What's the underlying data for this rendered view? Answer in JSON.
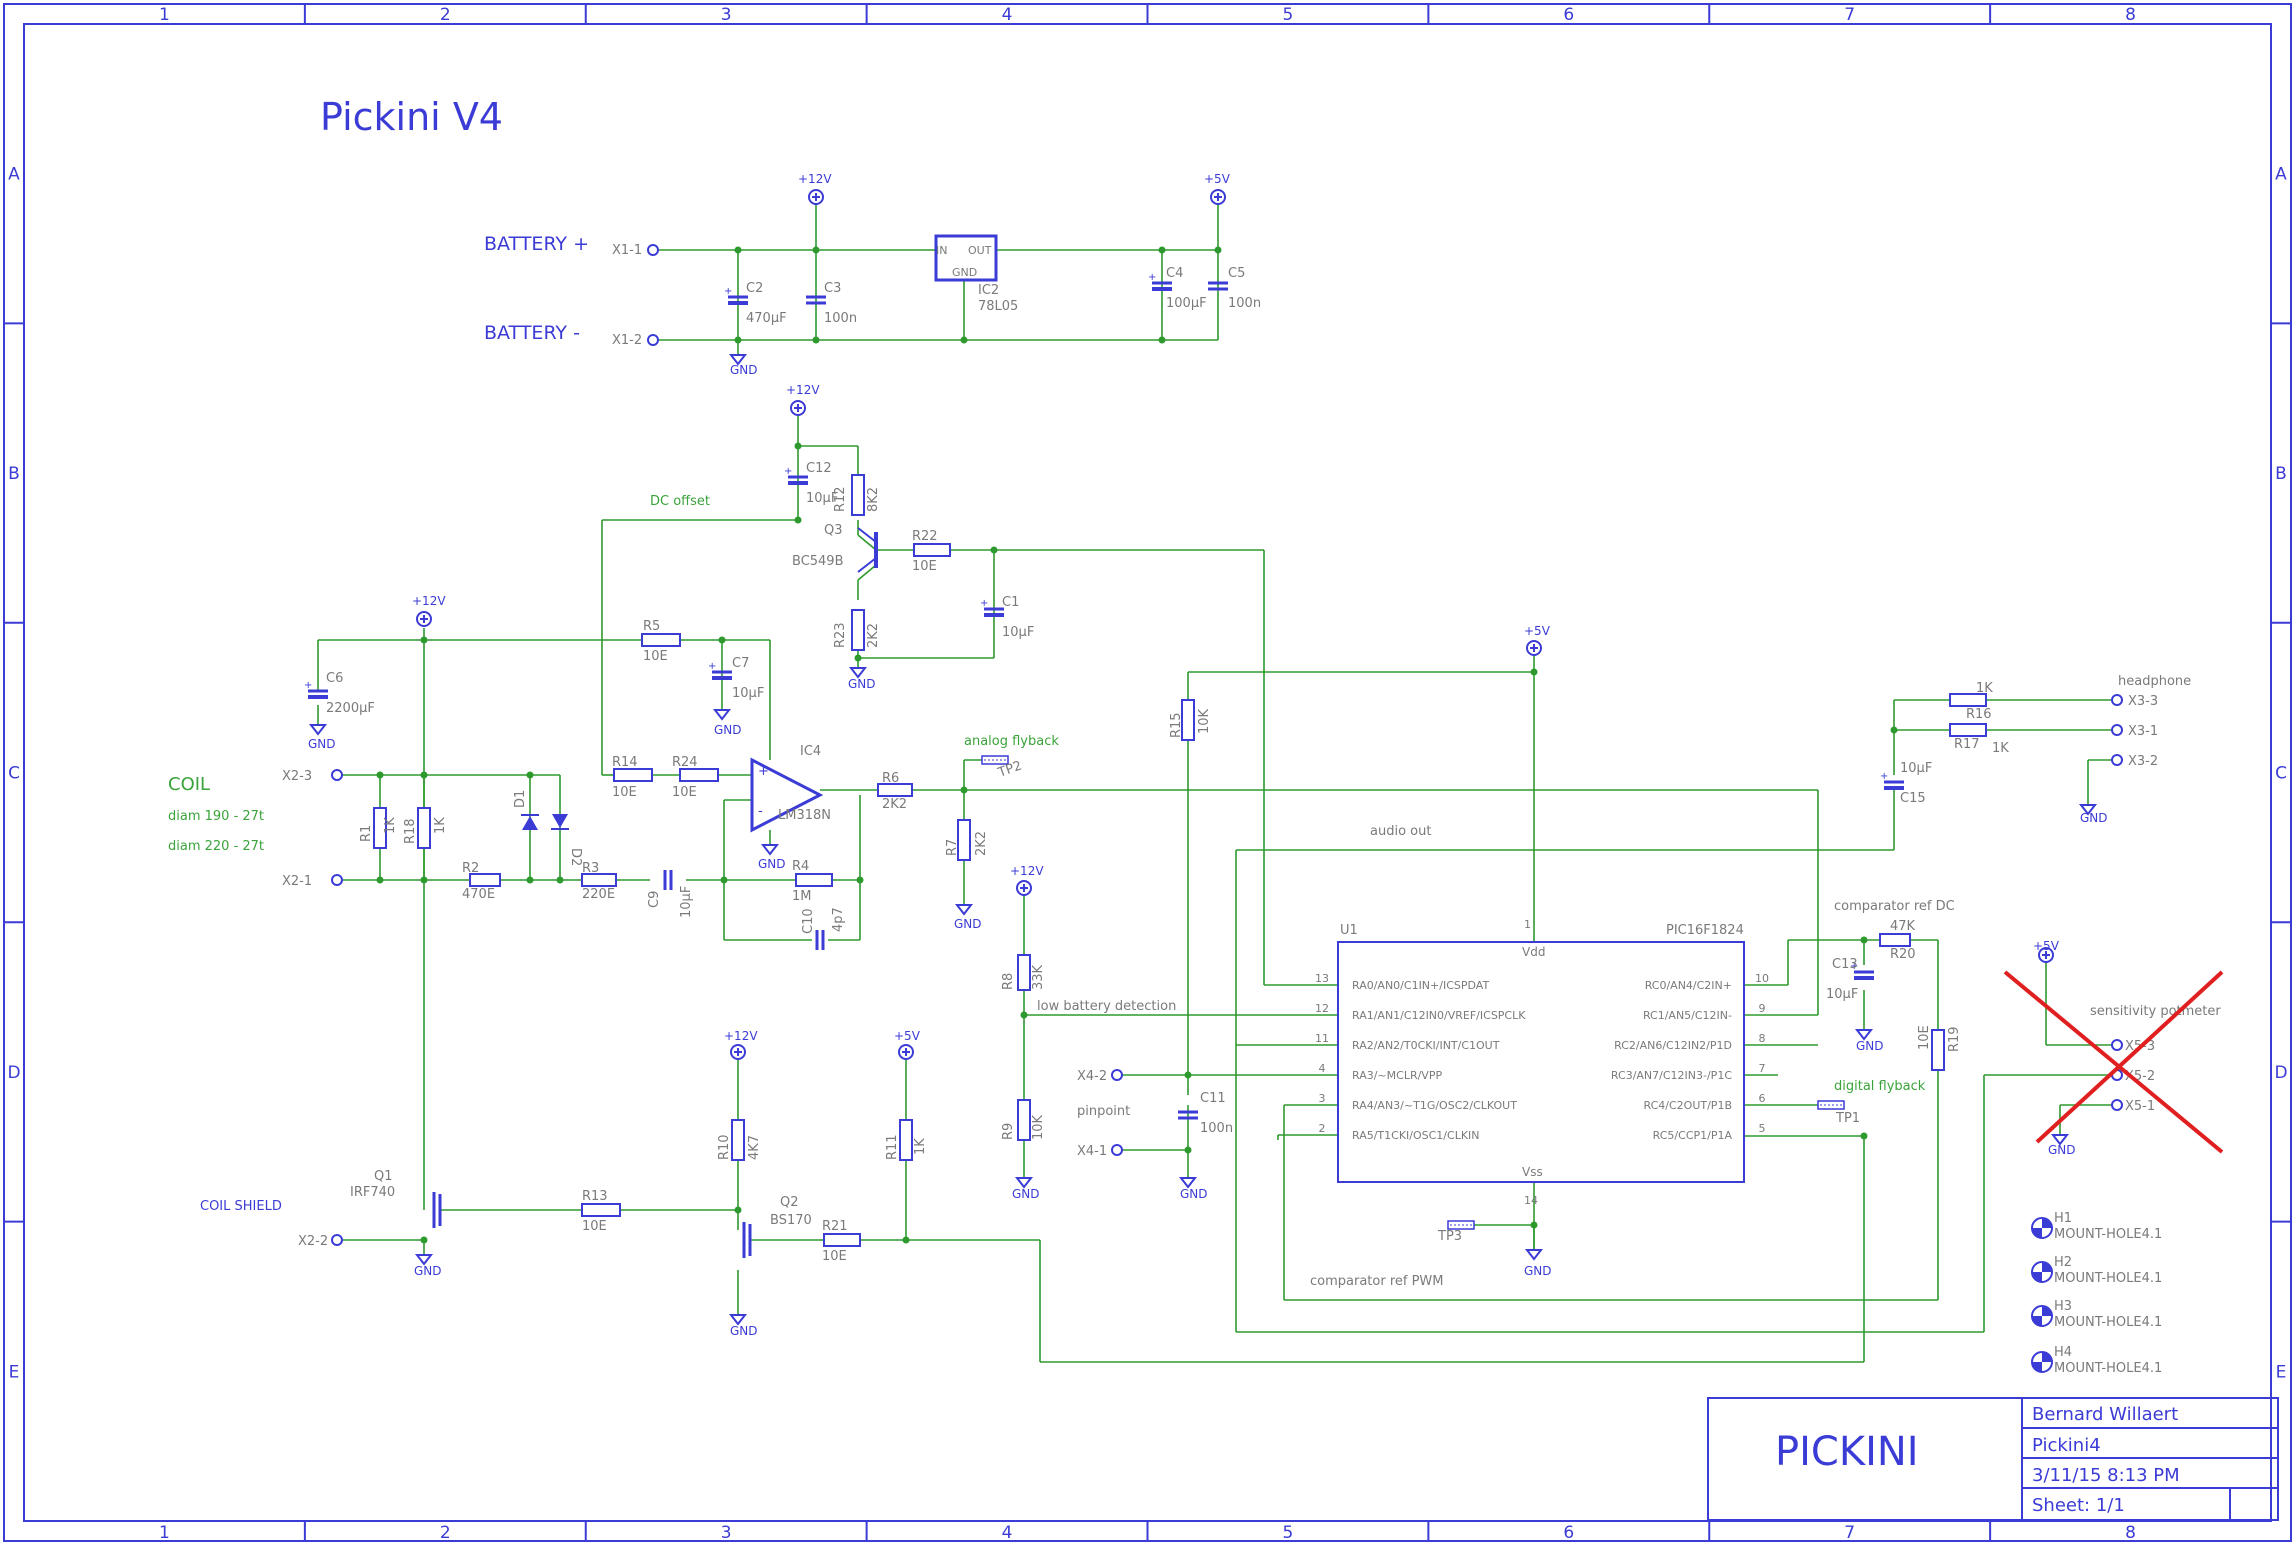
{
  "sheet_title": "Pickini V4",
  "frame": {
    "columns": [
      "1",
      "2",
      "3",
      "4",
      "5",
      "6",
      "7",
      "8"
    ],
    "rows": [
      "A",
      "B",
      "C",
      "D",
      "E"
    ]
  },
  "colors": {
    "wire": "#2e9a2e",
    "component": "#3b3bd6",
    "label": "#7a7a7a",
    "note": "#3ba33b",
    "cross": "#e02020"
  },
  "labels": {
    "battery_plus": "BATTERY +",
    "battery_minus": "BATTERY -",
    "coil": "COIL",
    "coil_d190": "diam 190 - 27t",
    "coil_d220": "diam 220 - 27t",
    "coil_shield": "COIL SHIELD",
    "dc_offset": "DC offset",
    "analog_flyback": "analog flyback",
    "digital_flyback": "digital flyback",
    "audio_out": "audio out",
    "comparator_ref_dc": "comparator ref DC",
    "comparator_ref_pwm": "comparator ref PWM",
    "low_battery": "low battery detection",
    "pinpoint": "pinpoint",
    "headphone": "headphone",
    "sensitivity": "sensitivity potmeter"
  },
  "connectors": {
    "x1_1": "X1-1",
    "x1_2": "X1-2",
    "x2_1": "X2-1",
    "x2_2": "X2-2",
    "x2_3": "X2-3",
    "x3_1": "X3-1",
    "x3_2": "X3-2",
    "x3_3": "X3-3",
    "x4_1": "X4-1",
    "x4_2": "X4-2",
    "x5_1": "X5-1",
    "x5_2": "X5-2",
    "x5_3": "X5-3"
  },
  "supplies": {
    "v12": "+12V",
    "v5": "+5V",
    "gnd": "GND"
  },
  "components": {
    "c1": {
      "ref": "C1",
      "val": "10µF"
    },
    "c2": {
      "ref": "C2",
      "val": "470µF"
    },
    "c3": {
      "ref": "C3",
      "val": "100n"
    },
    "c4": {
      "ref": "C4",
      "val": "100µF"
    },
    "c5": {
      "ref": "C5",
      "val": "100n"
    },
    "c6": {
      "ref": "C6",
      "val": "2200µF"
    },
    "c7": {
      "ref": "C7",
      "val": "10µF"
    },
    "c9": {
      "ref": "C9",
      "val": "10µF"
    },
    "c10": {
      "ref": "C10",
      "val": "4p7"
    },
    "c11": {
      "ref": "C11",
      "val": "100n"
    },
    "c12": {
      "ref": "C12",
      "val": "10µF"
    },
    "c13": {
      "ref": "C13",
      "val": "10µF"
    },
    "c15": {
      "ref": "C15",
      "val": "10µF"
    },
    "r1": {
      "ref": "R1",
      "val": "1K"
    },
    "r18": {
      "ref": "R18",
      "val": "1K"
    },
    "r2": {
      "ref": "R2",
      "val": "470E"
    },
    "r3": {
      "ref": "R3",
      "val": "220E"
    },
    "r4": {
      "ref": "R4",
      "val": "1M"
    },
    "r5": {
      "ref": "R5",
      "val": "10E"
    },
    "r6": {
      "ref": "R6",
      "val": "2K2"
    },
    "r7": {
      "ref": "R7",
      "val": "2K2"
    },
    "r8": {
      "ref": "R8",
      "val": "33K"
    },
    "r9": {
      "ref": "R9",
      "val": "10K"
    },
    "r10": {
      "ref": "R10",
      "val": "4K7"
    },
    "r11": {
      "ref": "R11",
      "val": "1K"
    },
    "r12": {
      "ref": "R12",
      "val": "8K2"
    },
    "r13": {
      "ref": "R13",
      "val": "10E"
    },
    "r14": {
      "ref": "R14",
      "val": "10E"
    },
    "r15": {
      "ref": "R15",
      "val": "10K"
    },
    "r16": {
      "ref": "R16",
      "val": "1K"
    },
    "r17": {
      "ref": "R17",
      "val": "1K"
    },
    "r19": {
      "ref": "R19",
      "val": "10E"
    },
    "r20": {
      "ref": "R20",
      "val": "47K"
    },
    "r21": {
      "ref": "R21",
      "val": "10E"
    },
    "r22": {
      "ref": "R22",
      "val": "10E"
    },
    "r23": {
      "ref": "R23",
      "val": "2K2"
    },
    "r24": {
      "ref": "R24",
      "val": "10E"
    },
    "d1": {
      "ref": "D1"
    },
    "d2": {
      "ref": "D2"
    },
    "q1": {
      "ref": "Q1",
      "val": "IRF740"
    },
    "q2": {
      "ref": "Q2",
      "val": "BS170"
    },
    "q3": {
      "ref": "Q3",
      "val": "BC549B"
    },
    "ic2": {
      "ref": "IC2",
      "val": "78L05",
      "in": "IN",
      "out": "OUT",
      "gnd": "GND"
    },
    "ic4": {
      "ref": "IC4",
      "val": "LM318N"
    },
    "tp1": {
      "ref": "TP1"
    },
    "tp2": {
      "ref": "TP2"
    },
    "tp3": {
      "ref": "TP3"
    }
  },
  "mcu": {
    "ref": "U1",
    "part": "PIC16F1824",
    "vdd": "Vdd",
    "vss": "Vss",
    "left_pins": [
      {
        "num": "13",
        "name": "RA0/AN0/C1IN+/ICSPDAT"
      },
      {
        "num": "12",
        "name": "RA1/AN1/C12IN0/VREF/ICSPCLK"
      },
      {
        "num": "11",
        "name": "RA2/AN2/T0CKI/INT/C1OUT"
      },
      {
        "num": "4",
        "name": "RA3/~MCLR/VPP"
      },
      {
        "num": "3",
        "name": "RA4/AN3/~T1G/OSC2/CLKOUT"
      },
      {
        "num": "2",
        "name": "RA5/T1CKI/OSC1/CLKIN"
      }
    ],
    "right_pins": [
      {
        "num": "10",
        "name": "RC0/AN4/C2IN+"
      },
      {
        "num": "9",
        "name": "RC1/AN5/C12IN-"
      },
      {
        "num": "8",
        "name": "RC2/AN6/C12IN2/P1D"
      },
      {
        "num": "7",
        "name": "RC3/AN7/C12IN3-/P1C"
      },
      {
        "num": "6",
        "name": "RC4/C2OUT/P1B"
      },
      {
        "num": "5",
        "name": "RC5/CCP1/P1A"
      }
    ],
    "vdd_pin": "1",
    "vss_pin": "14"
  },
  "mount_holes": [
    {
      "ref": "H1",
      "val": "MOUNT-HOLE4.1"
    },
    {
      "ref": "H2",
      "val": "MOUNT-HOLE4.1"
    },
    {
      "ref": "H3",
      "val": "MOUNT-HOLE4.1"
    },
    {
      "ref": "H4",
      "val": "MOUNT-HOLE4.1"
    }
  ],
  "title_block": {
    "project": "PICKINI",
    "author": "Bernard Willaert",
    "file": "Pickini4",
    "date": "3/11/15 8:13 PM",
    "sheet": "Sheet: 1/1"
  }
}
